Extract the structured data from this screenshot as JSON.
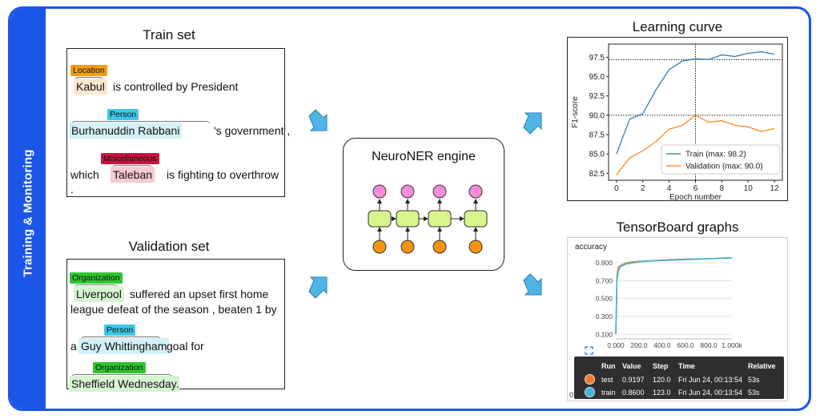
{
  "sidebar": {
    "label": "Training & Monitoring"
  },
  "train": {
    "title": "Train set",
    "tags": {
      "location": "Location",
      "person": "Person",
      "misc": "Miscellaneous"
    },
    "tokens": {
      "kabul": "Kabul",
      "burhanuddin": "Burhanuddin Rabbani",
      "taleban": "Taleban"
    },
    "text": {
      "l1": "is controlled by President",
      "l2": "'s government ,",
      "l3a": "which",
      "l3b": "is fighting to overthrow",
      "l4": "."
    }
  },
  "validation": {
    "title": "Validation set",
    "tags": {
      "org1": "Organization",
      "person": "Person",
      "org2": "Organization"
    },
    "tokens": {
      "liverpool": "Liverpool",
      "guy": "Guy Whittingham",
      "sheffield": "Sheffield Wednesday"
    },
    "text": {
      "l1": "suffered an upset first home",
      "l2": "league defeat of the season , beaten 1 by",
      "l3a": "a",
      "l3b": "goal for",
      "l4": "."
    }
  },
  "engine": {
    "title": "NeuroNER engine"
  },
  "colors": {
    "accent": "#1a56e8",
    "location": "#f39c12",
    "person": "#3cc8e8",
    "misc": "#c8143c",
    "organization": "#2ec52e",
    "rnn_cell": "#d8f58c",
    "rnn_output": "#f58cdc",
    "rnn_input": "#f5930f",
    "train_line": "#1f77b4",
    "val_line": "#ff7f0e"
  },
  "learning_curve": {
    "title": "Learning curve",
    "chart_data": {
      "type": "line",
      "xlabel": "Epoch number",
      "ylabel": "F1-score",
      "xlim": [
        -0.6,
        12.6
      ],
      "ylim": [
        81.6,
        99.2
      ],
      "xticks": [
        0,
        2,
        4,
        6,
        8,
        10,
        12
      ],
      "yticks": [
        82.5,
        85.0,
        87.5,
        90.0,
        92.5,
        95.0,
        97.5
      ],
      "series": [
        {
          "name": "Train (max: 98.2)",
          "x": [
            0,
            1,
            2,
            3,
            4,
            5,
            6,
            7,
            8,
            9,
            10,
            11,
            12
          ],
          "values": [
            85.0,
            89.5,
            90.2,
            93.3,
            95.9,
            97.0,
            97.3,
            97.2,
            97.8,
            97.6,
            98.0,
            98.2,
            97.9
          ]
        },
        {
          "name": "Validation (max: 90.0)",
          "x": [
            0,
            1,
            2,
            3,
            4,
            5,
            6,
            7,
            8,
            9,
            10,
            11,
            12
          ],
          "values": [
            82.3,
            84.5,
            85.4,
            86.6,
            88.2,
            88.7,
            90.0,
            89.1,
            89.3,
            88.7,
            88.5,
            87.9,
            88.3
          ]
        }
      ],
      "reference_lines": {
        "x": 6,
        "y_train": 97.2,
        "y_val": 90.0
      },
      "legend": "bottom-right"
    }
  },
  "tensorboard": {
    "title": "TensorBoard graphs",
    "chart_data": {
      "type": "line",
      "title": "accuracy",
      "xlim": [
        0,
        1000
      ],
      "ylim": [
        0.05,
        0.98
      ],
      "xtick_labels": [
        "0.000",
        "200.0",
        "400.0",
        "600.0",
        "800.0",
        "1.000k"
      ],
      "yticks": [
        0.1,
        0.3,
        0.5,
        0.7,
        0.9
      ],
      "ytick_labels": [
        "0.100",
        "0.300",
        "0.500",
        "0.700",
        "0.900"
      ],
      "series": [
        {
          "name": "test",
          "x": [
            0,
            10,
            20,
            40,
            60,
            100,
            150,
            200,
            300,
            400,
            500,
            600,
            700,
            800,
            900,
            1000
          ],
          "values": [
            0.1,
            0.75,
            0.85,
            0.87,
            0.88,
            0.9,
            0.91,
            0.915,
            0.92,
            0.93,
            0.935,
            0.94,
            0.94,
            0.945,
            0.95,
            0.955
          ]
        },
        {
          "name": "train",
          "x": [
            0,
            10,
            20,
            40,
            60,
            100,
            150,
            200,
            300,
            400,
            500,
            600,
            700,
            800,
            900,
            1000
          ],
          "values": [
            0.1,
            0.7,
            0.8,
            0.86,
            0.87,
            0.89,
            0.9,
            0.91,
            0.92,
            0.925,
            0.93,
            0.935,
            0.94,
            0.945,
            0.95,
            0.955
          ]
        }
      ]
    },
    "table": {
      "headers": [
        "Run",
        "Value",
        "Step",
        "Time",
        "Relative"
      ],
      "rows": [
        {
          "run": "test",
          "value": "0.9197",
          "step": "120.0",
          "time": "Fri Jun 24, 00:13:54",
          "relative": "53s"
        },
        {
          "run": "train",
          "value": "0.8600",
          "step": "123.0",
          "time": "Fri Jun 24, 00:13:54",
          "relative": "53s"
        }
      ],
      "clip_label": "0"
    }
  }
}
